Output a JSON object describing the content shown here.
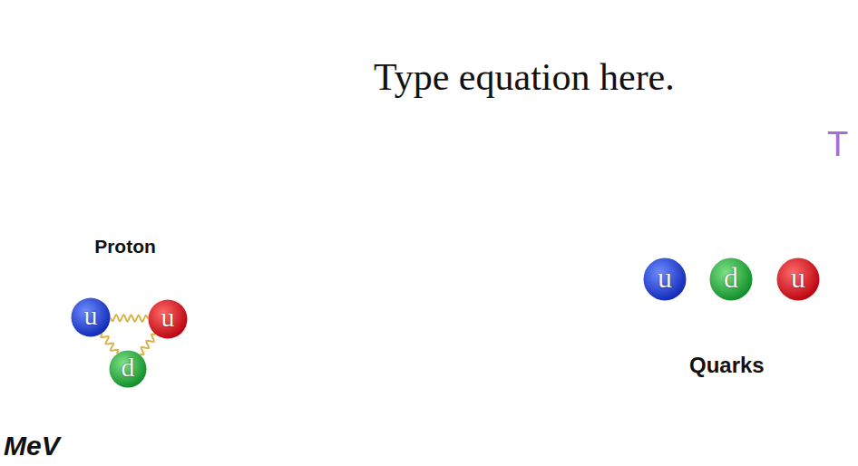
{
  "diagram": {
    "nodes": [
      {
        "text": [
          "Proton"
        ]
      },
      {
        "text": [
          "u"
        ],
        "in": 0
      },
      {
        "text": [
          "u"
        ],
        "in": 0
      },
      {
        "text": [
          "d"
        ],
        "in": 0
      },
      {
        "text": [
          "u"
        ]
      },
      {
        "text": [
          "d"
        ]
      },
      {
        "text": [
          "u"
        ]
      }
    ],
    "edges": [
      {
        "from": 1,
        "to": 2,
        "arrow": "none"
      },
      {
        "from": 1,
        "to": 3,
        "arrow": "none"
      },
      {
        "from": 2,
        "to": 3,
        "arrow": "none"
      }
    ],
    "labels": [
      "Type equation here.",
      "Quarks",
      "T",
      "MeV"
    ]
  }
}
